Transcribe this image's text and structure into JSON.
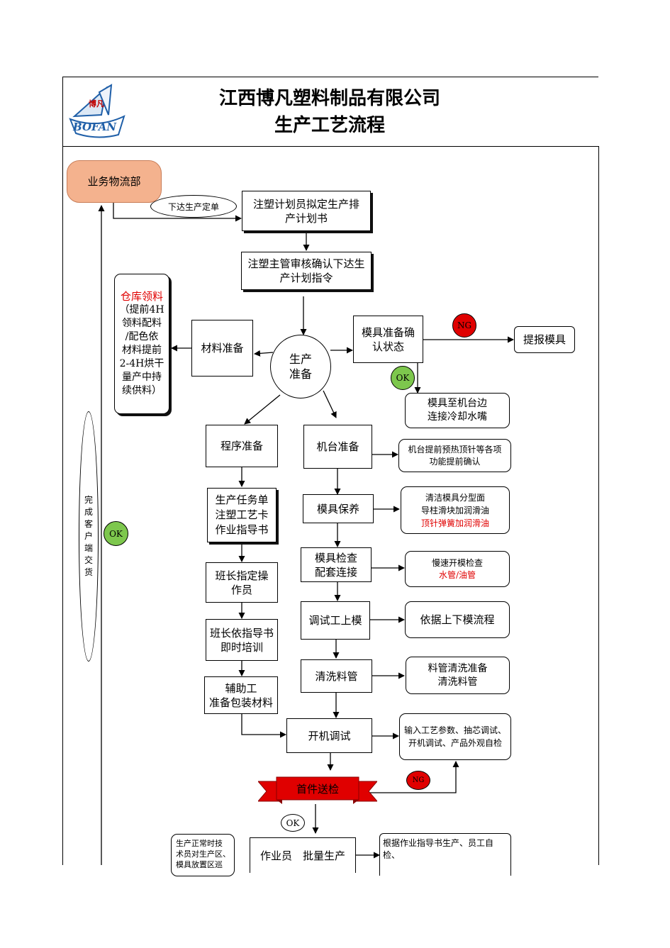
{
  "header": {
    "company": "江西博凡塑料制品有限公司",
    "doc_title": "生产工艺流程",
    "logo_text": "BOFAN",
    "logo_cn": "博凡"
  },
  "nodes": {
    "business": "业务物流部",
    "order_label": "下达生产定单",
    "plan_line1": "注塑计划员拟定生产排",
    "plan_line2": "产计划书",
    "review_line1": "注塑主管审核确认下达生",
    "review_line2": "产计划指令",
    "warehouse_title": "仓库领料",
    "warehouse_lines": [
      "（提前4H",
      "领料配料",
      "/配色依",
      "材料提前",
      "2-4H烘干",
      "量产中持",
      "续供料）"
    ],
    "material": "材料准备",
    "prep_line1": "生产",
    "prep_line2": "准备",
    "mold_confirm_line1": "模具准备确",
    "mold_confirm_line2": "认状态",
    "ng": "NG",
    "report_mold": "提报模具",
    "ok": "OK",
    "mold_to_machine_line1": "模具至机台边",
    "mold_to_machine_line2": "连接冷却水嘴",
    "program": "程序准备",
    "machine": "机台准备",
    "machine_note_line1": "机台提前预热顶针等各项",
    "machine_note_line2": "功能提前确认",
    "task_lines": [
      "生产任务单",
      "注塑工艺卡",
      "作业指导书"
    ],
    "mold_maint": "模具保养",
    "maint_note_lines": [
      "清洁模具分型面",
      "导柱滑块加润滑油"
    ],
    "maint_note_red": "顶针弹簧加润滑油",
    "leader_assign_line1": "班长指定操",
    "leader_assign_line2": "作员",
    "mold_check_line1": "模具检查",
    "mold_check_line2": "配套连接",
    "check_note_line1": "慢速开模检查",
    "check_note_red": "水管/油管",
    "leader_train_line1": "班长依指导书",
    "leader_train_line2": "即时培训",
    "debug_mold": "调试工上模",
    "mold_flow": "依据上下模流程",
    "aux_line1": "辅助工",
    "aux_line2": "准备包装材料",
    "clean_pipe": "清洗料管",
    "clean_note_line1": "料管清洗准备",
    "clean_note_line2": "清洗料管",
    "start_debug": "开机调试",
    "start_note_line1": "输入工艺参数、抽芯调试、",
    "start_note_line2": "开机调试、产品外观自检",
    "first_article": "首件送检",
    "ng2": "NG",
    "ok2": "OK",
    "mass_prod": "作业员　批量生产",
    "mass_note_line1": "根据作业指导书生产、员工自",
    "mass_note_line2": "检、",
    "normal_note_lines": [
      "生产正常时技",
      "术员对生产区、",
      "模具放置区巡"
    ],
    "deliver_lines": [
      "完",
      "成",
      "客",
      "户",
      "端",
      "交",
      "货"
    ],
    "ok_side": "OK"
  },
  "colors": {
    "business_fill": "#f4b28e",
    "ok_fill": "#7dc74d",
    "ng_fill": "#e00000",
    "banner_fill": "#e00000",
    "logo_blue": "#1f5fa8"
  }
}
